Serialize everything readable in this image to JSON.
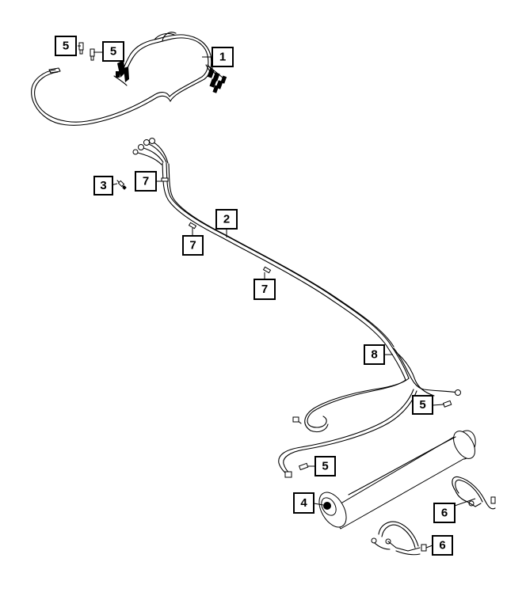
{
  "callouts": [
    {
      "id": "c1",
      "label": "1"
    },
    {
      "id": "c2",
      "label": "2"
    },
    {
      "id": "c3",
      "label": "3"
    },
    {
      "id": "c4",
      "label": "4"
    },
    {
      "id": "c5a",
      "label": "5"
    },
    {
      "id": "c5b",
      "label": "5"
    },
    {
      "id": "c5c",
      "label": "5"
    },
    {
      "id": "c5d",
      "label": "5"
    },
    {
      "id": "c6a",
      "label": "6"
    },
    {
      "id": "c6b",
      "label": "6"
    },
    {
      "id": "c7a",
      "label": "7"
    },
    {
      "id": "c7b",
      "label": "7"
    },
    {
      "id": "c7c",
      "label": "7"
    },
    {
      "id": "c8",
      "label": "8"
    }
  ]
}
